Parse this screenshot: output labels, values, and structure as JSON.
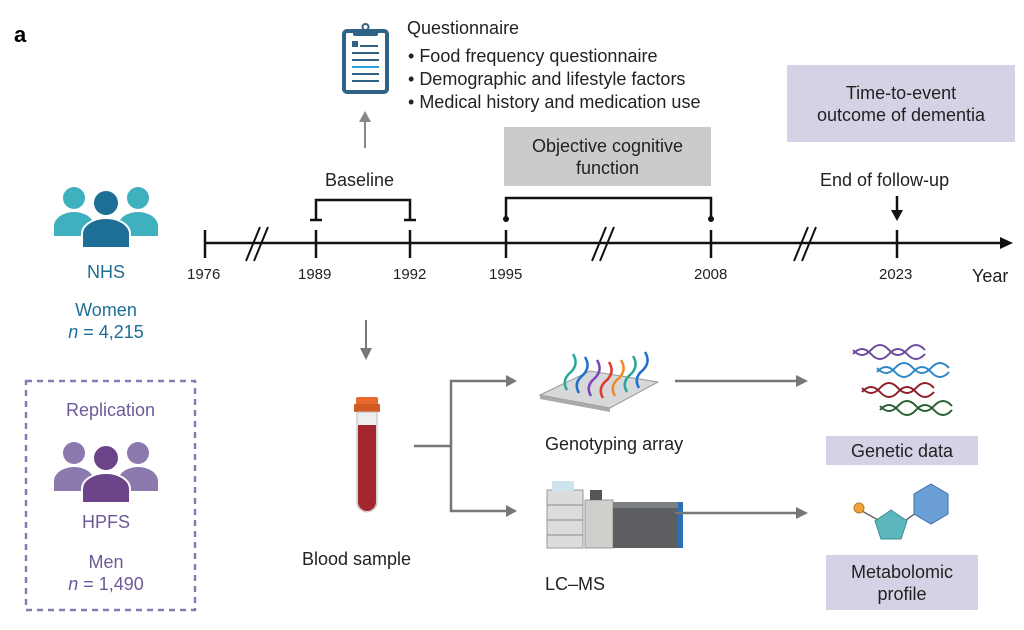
{
  "panel_label": "a",
  "questionnaire": {
    "title": "Questionnaire",
    "items": [
      "Food frequency questionnaire",
      "Demographic and lifestyle factors",
      "Medical history and medication use"
    ]
  },
  "boxes": {
    "cognitive": [
      "Objective cognitive",
      "function"
    ],
    "outcome": [
      "Time-to-event",
      "outcome of dementia"
    ],
    "genetic": "Genetic data",
    "metabolomic": [
      "Metabolomic",
      "profile"
    ]
  },
  "timeline": {
    "baseline_label": "Baseline",
    "end_label": "End of follow-up",
    "axis_label": "Year",
    "years": [
      "1976",
      "1989",
      "1992",
      "1995",
      "2008",
      "2023"
    ]
  },
  "cohorts": {
    "main": {
      "name": "NHS",
      "sex": "Women",
      "n_prefix": "n",
      "n_value": " = 4,215"
    },
    "replication": {
      "title": "Replication",
      "name": "HPFS",
      "sex": "Men",
      "n_prefix": "n",
      "n_value": " = 1,490"
    }
  },
  "samples": {
    "blood": "Blood sample",
    "genotyping": "Genotyping array",
    "lcms": "LC–MS"
  },
  "colors": {
    "nhs": "#1e6f95",
    "hpfs": "#6e5a98",
    "box_gray": "#c9cbcd",
    "box_purple": "#d4d2e4",
    "arrow_gray": "#777777"
  }
}
